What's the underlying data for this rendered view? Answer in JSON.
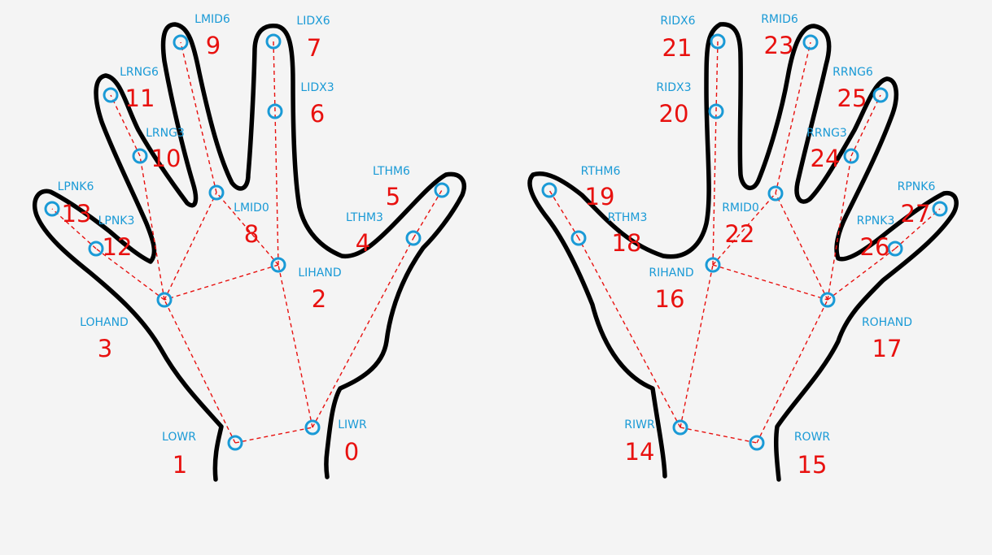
{
  "colors": {
    "background": "#f4f4f4",
    "outline": "#000000",
    "marker": "#1a9ad6",
    "label": "#1a9ad6",
    "number": "#e8110f",
    "connection": "#e8110f"
  },
  "markers": [
    {
      "name": "LIWR",
      "number": "0"
    },
    {
      "name": "LOWR",
      "number": "1"
    },
    {
      "name": "LIHAND",
      "number": "2"
    },
    {
      "name": "LOHAND",
      "number": "3"
    },
    {
      "name": "LTHM3",
      "number": "4"
    },
    {
      "name": "LTHM6",
      "number": "5"
    },
    {
      "name": "LIDX3",
      "number": "6"
    },
    {
      "name": "LIDX6",
      "number": "7"
    },
    {
      "name": "LMID0",
      "number": "8"
    },
    {
      "name": "LMID6",
      "number": "9"
    },
    {
      "name": "LRNG3",
      "number": "10"
    },
    {
      "name": "LRNG6",
      "number": "11"
    },
    {
      "name": "LPNK3",
      "number": "12"
    },
    {
      "name": "LPNK6",
      "number": "13"
    },
    {
      "name": "RIWR",
      "number": "14"
    },
    {
      "name": "ROWR",
      "number": "15"
    },
    {
      "name": "RIHAND",
      "number": "16"
    },
    {
      "name": "ROHAND",
      "number": "17"
    },
    {
      "name": "RTHM3",
      "number": "18"
    },
    {
      "name": "RTHM6",
      "number": "19"
    },
    {
      "name": "RIDX3",
      "number": "20"
    },
    {
      "name": "RIDX6",
      "number": "21"
    },
    {
      "name": "RMID0",
      "number": "22"
    },
    {
      "name": "RMID6",
      "number": "23"
    },
    {
      "name": "RRNG3",
      "number": "24"
    },
    {
      "name": "RRNG6",
      "number": "25"
    },
    {
      "name": "RPNK3",
      "number": "26"
    },
    {
      "name": "RPNK6",
      "number": "27"
    }
  ],
  "connections": [
    [
      "LOWR",
      "LIWR"
    ],
    [
      "LOWR",
      "LOHAND"
    ],
    [
      "LIWR",
      "LIHAND"
    ],
    [
      "LIWR",
      "LTHM3"
    ],
    [
      "LTHM3",
      "LTHM6"
    ],
    [
      "LIHAND",
      "LIDX3"
    ],
    [
      "LIDX3",
      "LIDX6"
    ],
    [
      "LIHAND",
      "LMID0"
    ],
    [
      "LIHAND",
      "LOHAND"
    ],
    [
      "LOHAND",
      "LMID0"
    ],
    [
      "LMID0",
      "LMID6"
    ],
    [
      "LOHAND",
      "LRNG3"
    ],
    [
      "LRNG3",
      "LRNG6"
    ],
    [
      "LOHAND",
      "LPNK3"
    ],
    [
      "LPNK3",
      "LPNK6"
    ],
    [
      "RIWR",
      "ROWR"
    ],
    [
      "ROWR",
      "ROHAND"
    ],
    [
      "RIWR",
      "RIHAND"
    ],
    [
      "RIWR",
      "RTHM3"
    ],
    [
      "RTHM3",
      "RTHM6"
    ],
    [
      "RIHAND",
      "RIDX3"
    ],
    [
      "RIDX3",
      "RIDX6"
    ],
    [
      "RIHAND",
      "RMID0"
    ],
    [
      "RIHAND",
      "ROHAND"
    ],
    [
      "ROHAND",
      "RMID0"
    ],
    [
      "RMID0",
      "RMID6"
    ],
    [
      "ROHAND",
      "RRNG3"
    ],
    [
      "RRNG3",
      "RRNG6"
    ],
    [
      "ROHAND",
      "RPNK3"
    ],
    [
      "RPNK3",
      "RPNK6"
    ]
  ]
}
